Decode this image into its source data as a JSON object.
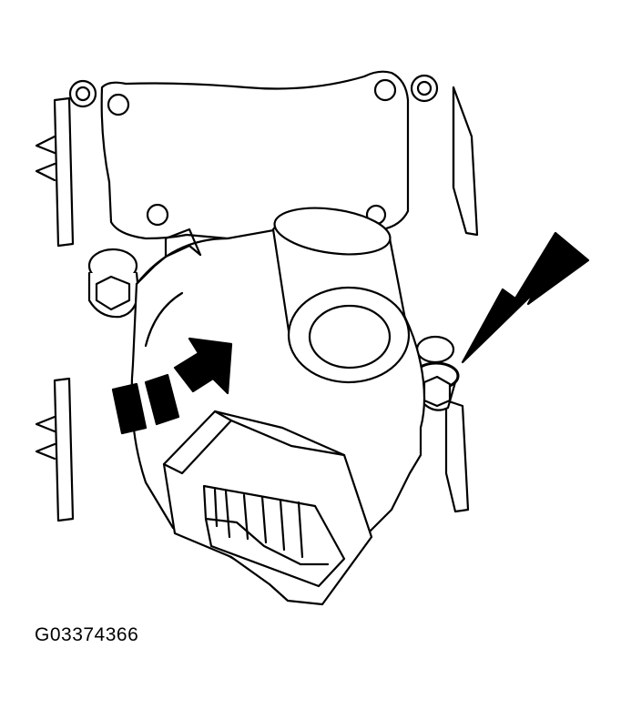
{
  "figure": {
    "caption": "G03374366",
    "colors": {
      "line": "#000000",
      "fill": "#ffffff"
    },
    "parts": [
      "mounting-plate",
      "actuator-motor",
      "shaft-collar",
      "electrical-connector",
      "mounting-screw-left",
      "mounting-screw-right",
      "bracket-left-upper",
      "bracket-left-lower",
      "bracket-right-upper",
      "bracket-right-lower",
      "rotation-arrow",
      "callout-arrow"
    ]
  }
}
